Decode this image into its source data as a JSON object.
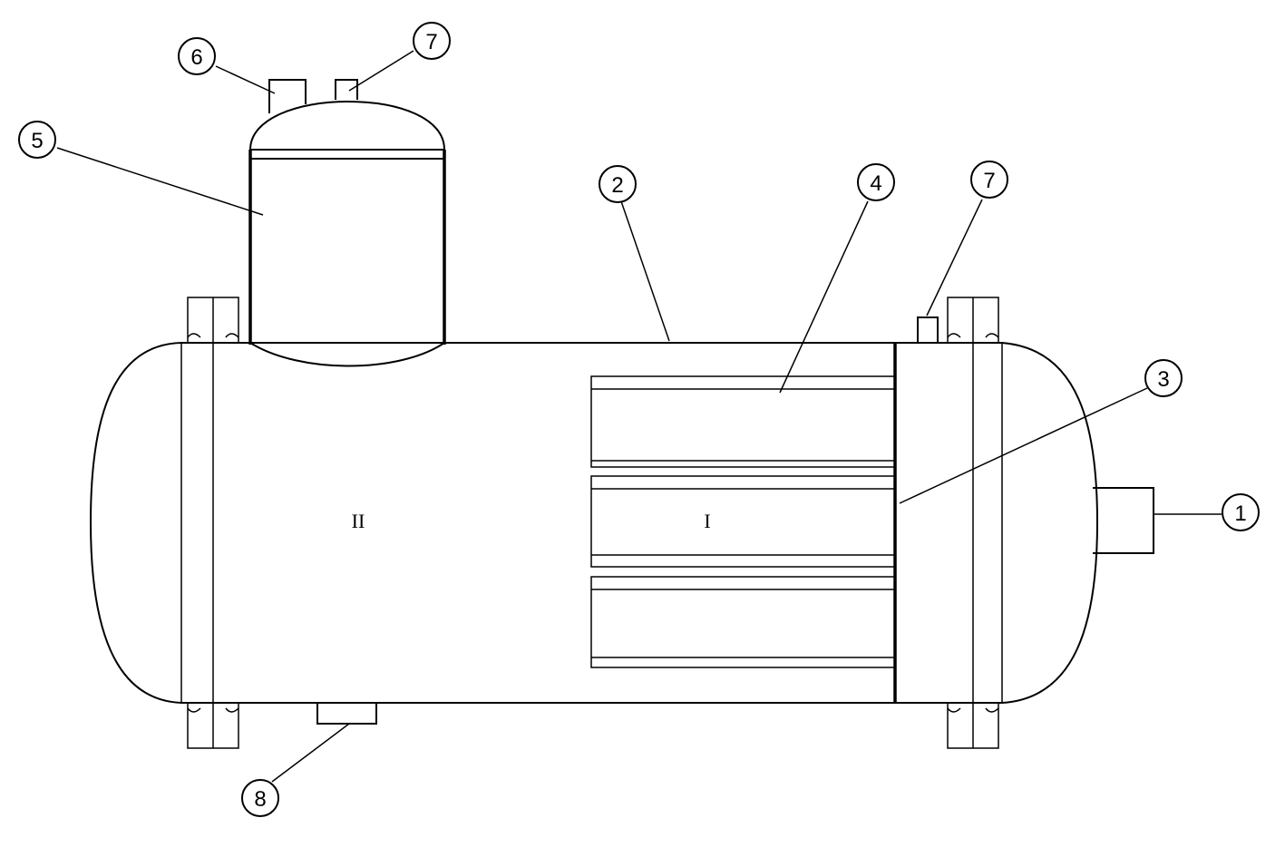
{
  "callouts": {
    "c1": "1",
    "c2": "2",
    "c3": "3",
    "c4": "4",
    "c5": "5",
    "c6": "6",
    "c7a": "7",
    "c7b": "7",
    "c8": "8"
  },
  "zones": {
    "zone_i": "I",
    "zone_ii": "II"
  }
}
